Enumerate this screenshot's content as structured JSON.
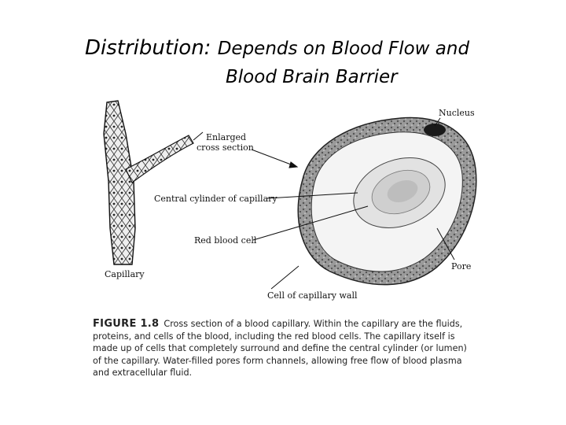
{
  "slide": {
    "title_lead": "Distribution:",
    "title_rest": "Depends on Blood Flow and",
    "title_line2": "Blood Brain Barrier"
  },
  "figure": {
    "labels": {
      "nucleus": "Nucleus",
      "enlarged_1": "Enlarged",
      "enlarged_2": "cross section",
      "central_cylinder": "Central cylinder of capillary",
      "red_blood_cell": "Red blood cell",
      "capillary": "Capillary",
      "pore": "Pore",
      "cell_wall": "Cell of capillary wall"
    },
    "caption_label": "FIGURE 1.8",
    "caption_text": "Cross section of a blood capillary. Within the capillary are the fluids, proteins, and cells of the blood, including the red blood cells. The capillary itself is made up of cells that completely surround and define the central cylinder (or lumen) of the capillary. Water-filled pores form channels, allowing free flow of blood plasma and extracellular fluid."
  }
}
